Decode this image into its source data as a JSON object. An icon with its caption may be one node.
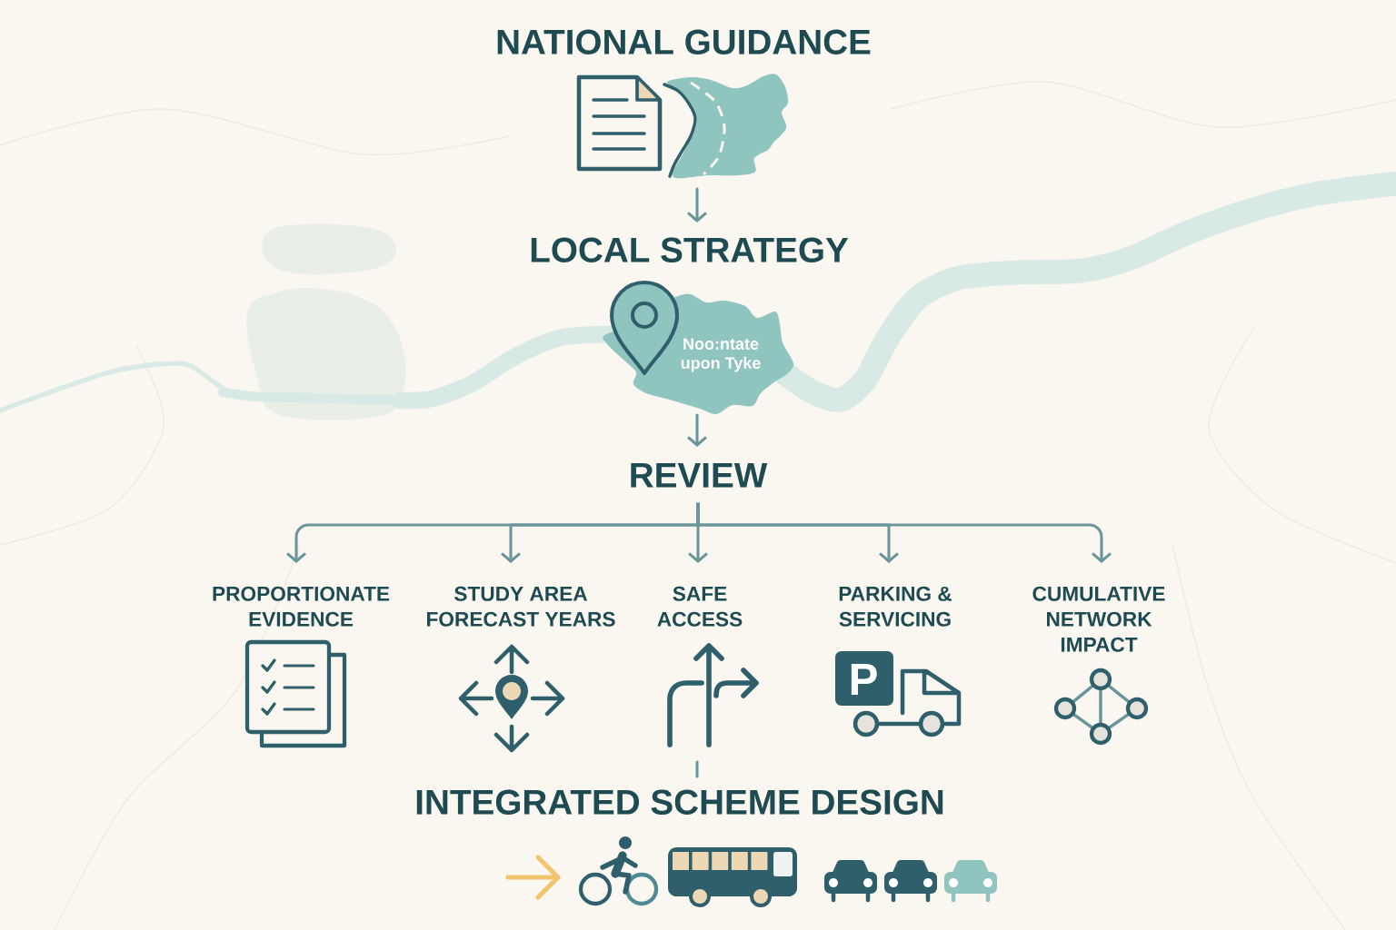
{
  "diagram": {
    "nodes": [
      {
        "text": [
          "NATIONAL GUIDANCE"
        ]
      },
      {
        "text": [
          "LOCAL STRATEGY",
          "Noo:ntate upon Tyke"
        ]
      },
      {
        "text": [
          "REVIEW"
        ]
      },
      {
        "text": [
          "PROPORTIONATE EVIDENCE"
        ]
      },
      {
        "text": [
          "STUDY AREA FORECAST YEARS"
        ]
      },
      {
        "text": [
          "SAFE ACCESS"
        ]
      },
      {
        "text": [
          "PARKING & SERVICING",
          "P"
        ]
      },
      {
        "text": [
          "CUMULATIVE NETWORK IMPACT"
        ]
      },
      {
        "text": [
          "INTEGRATED SCHEME DESIGN"
        ]
      }
    ],
    "edges": [
      {
        "from": 0,
        "to": 1,
        "arrow": "to"
      },
      {
        "from": 1,
        "to": 2,
        "arrow": "to"
      },
      {
        "from": 2,
        "to": 3,
        "arrow": "to"
      },
      {
        "from": 2,
        "to": 4,
        "arrow": "to"
      },
      {
        "from": 2,
        "to": 5,
        "arrow": "to"
      },
      {
        "from": 2,
        "to": 6,
        "arrow": "to"
      },
      {
        "from": 2,
        "to": 7,
        "arrow": "to"
      },
      {
        "from": 5,
        "to": 8,
        "arrow": "none"
      }
    ]
  }
}
